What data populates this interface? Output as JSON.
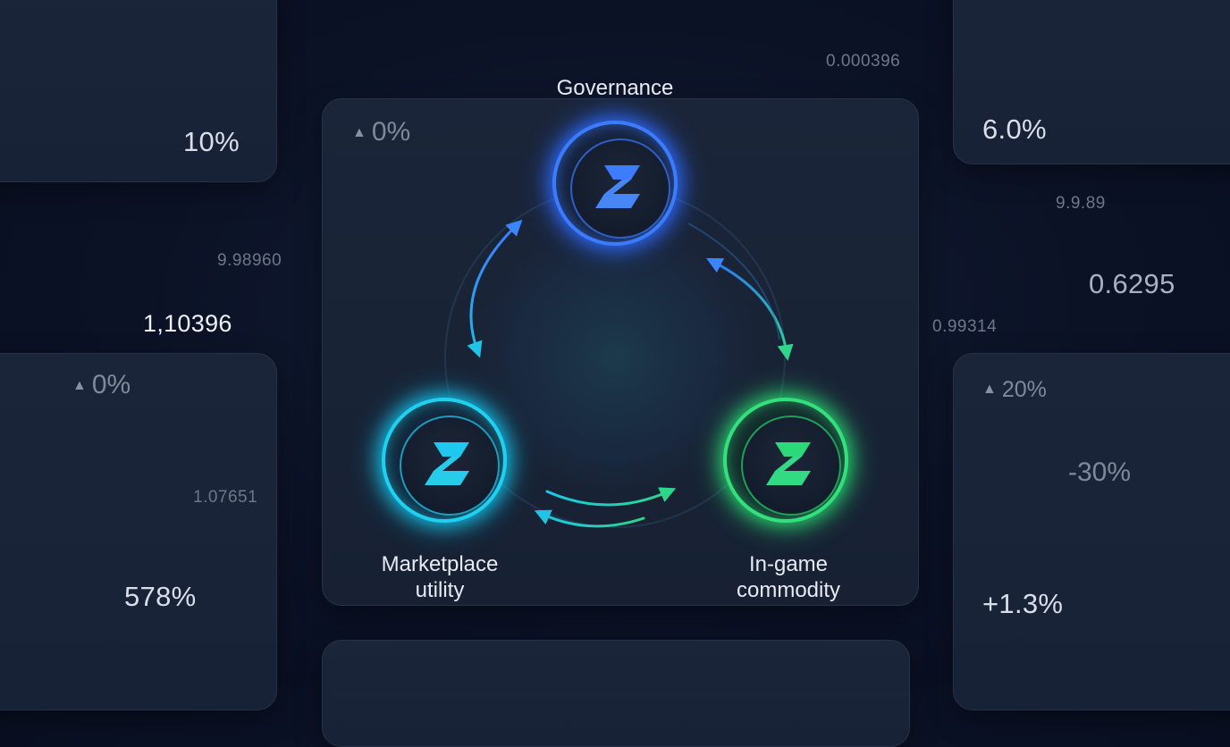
{
  "left_top_card": {
    "value": "10%"
  },
  "left_floats": {
    "a": "9.98960",
    "b": "1,10396"
  },
  "left_bottom_card": {
    "delta": "0%",
    "note": "1.07651",
    "value": "578%"
  },
  "center": {
    "top_float": "0.000396",
    "delta": "0%",
    "nodes": {
      "governance": {
        "label": "Governance",
        "color": "#3b7cff"
      },
      "marketplace": {
        "label_line1": "Marketplace",
        "label_line2": "utility",
        "color": "#19d3f0"
      },
      "ingame": {
        "label_line1": "In-game",
        "label_line2": "commodity",
        "color": "#2fe07a"
      }
    },
    "icon": "lightning-bolt-icon"
  },
  "right_top_card": {
    "value": "6.0%"
  },
  "right_floats": {
    "a": "9.9.89",
    "b": "0.6295",
    "c": "0.99314"
  },
  "right_bottom_card": {
    "delta": "20%",
    "value_neg": "-30%",
    "value_pos": "+1.3%"
  },
  "colors": {
    "background": "#0b1226",
    "panel": "#1b2539"
  }
}
